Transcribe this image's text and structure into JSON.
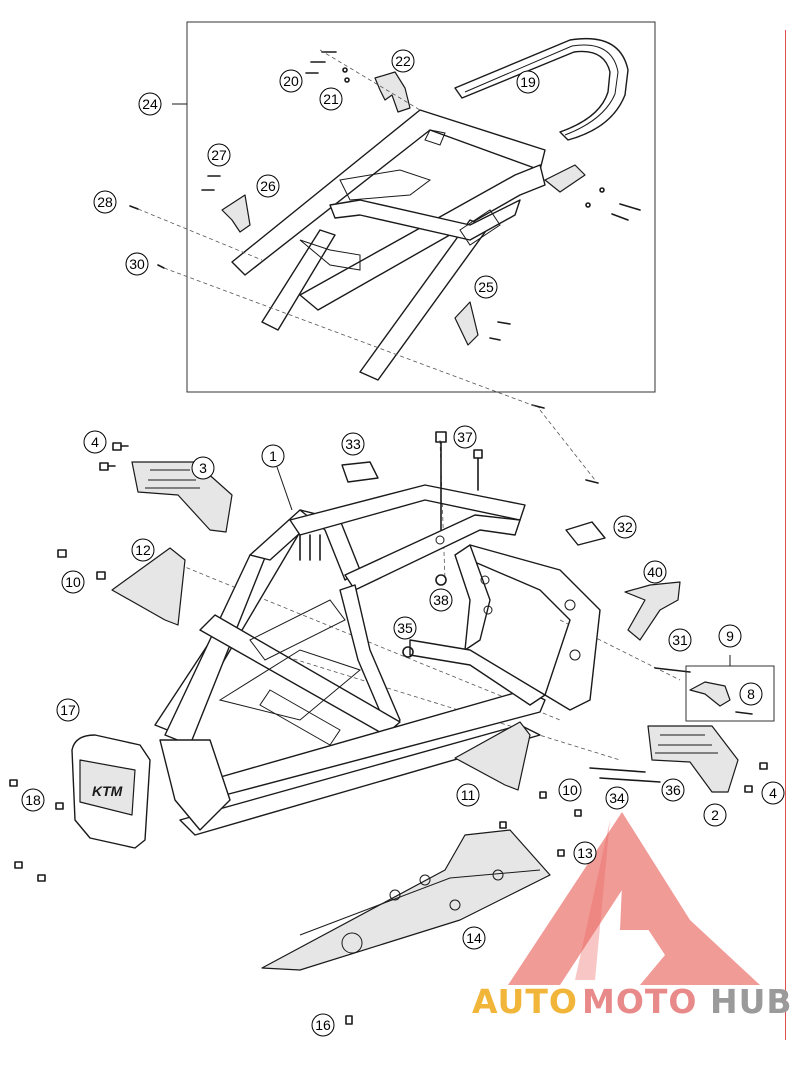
{
  "callouts": [
    "1",
    "2",
    "3",
    "4",
    "8",
    "9",
    "10",
    "11",
    "12",
    "13",
    "14",
    "16",
    "17",
    "18",
    "19",
    "20",
    "21",
    "22",
    "24",
    "25",
    "26",
    "27",
    "28",
    "30",
    "31",
    "32",
    "33",
    "34",
    "35",
    "36",
    "37",
    "38",
    "40"
  ],
  "watermark": {
    "auto": "AUTO",
    "moto": "MOTO",
    "hub": "HUB"
  },
  "frame_badge_text": "KTM",
  "colors": {
    "line": "#1a1a1a",
    "watermark_red": "#e8463f",
    "watermark_gold": "#f1b53a",
    "watermark_pink": "#e98a8a",
    "watermark_gray": "#9a9a9a"
  }
}
